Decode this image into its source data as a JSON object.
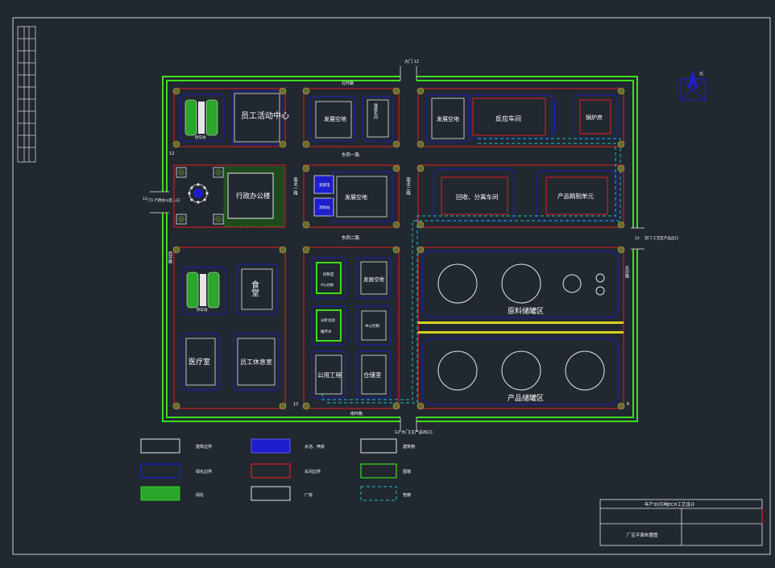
{
  "top_road": "北环路",
  "bottom_road": "南环路",
  "east_road": "东环路",
  "west_road": "西环路",
  "east_road_1": "东西一路",
  "east_road_2": "东西二路",
  "south_north_1": "南北一路",
  "south_north_2": "南北二路",
  "gate_top": "大门 12",
  "gate_west": "门1 行政办公区入口",
  "gate_east": "货门 工艺区产品出口",
  "gate_bottom": "12 大门(主产品出口)",
  "dim_12": "12",
  "dim_6": "6",
  "blocks": {
    "staff_activity": "员工活动中心",
    "parking_1": "停车场",
    "parking_2": "停车场",
    "vacant_1": "发展空地",
    "vacant_2": "发展空地",
    "vacant_3": "发展空地",
    "vacant_4": "发展空地",
    "reaction": "反应车间",
    "boiler": "锅炉房",
    "recovery": "回收、分离车间",
    "refining": "产品精制单元",
    "admin": "行政办公楼",
    "canteen": "食堂",
    "clinic": "医疗室",
    "rest": "员工休息室",
    "public_works": "公用工程",
    "warehouse": "仓储室",
    "raw_tank": "原料储罐区",
    "product_tank": "产品储罐区",
    "small_1": "变配电",
    "small_2": "消防站",
    "small_3": "控制室",
    "small_4": "分析化验",
    "small_5": "循环水",
    "small_6": "中心控制",
    "small_7": "维修车间"
  },
  "legend": [
    {
      "label": "建筑边界"
    },
    {
      "label": "水池、喷泉"
    },
    {
      "label": "建筑物"
    },
    {
      "label": "绿化边界"
    },
    {
      "label": "车间边界"
    },
    {
      "label": "围墙"
    },
    {
      "label": "绿化"
    },
    {
      "label": "厂房"
    },
    {
      "label": "管廊"
    }
  ],
  "title_block": {
    "project": "年产30万吨ECH工艺设计",
    "drawing": "厂区平面布置图"
  },
  "compass": "北",
  "colors": {
    "background": "#212830",
    "wall": "#3fdc1e",
    "zone": "#e01e1e",
    "building": "#1e1ea8",
    "white": "#e6e6e6",
    "pipe": "#19c3c3",
    "road_stripe": "#d8d21e",
    "tree": "#8c8c3c"
  }
}
